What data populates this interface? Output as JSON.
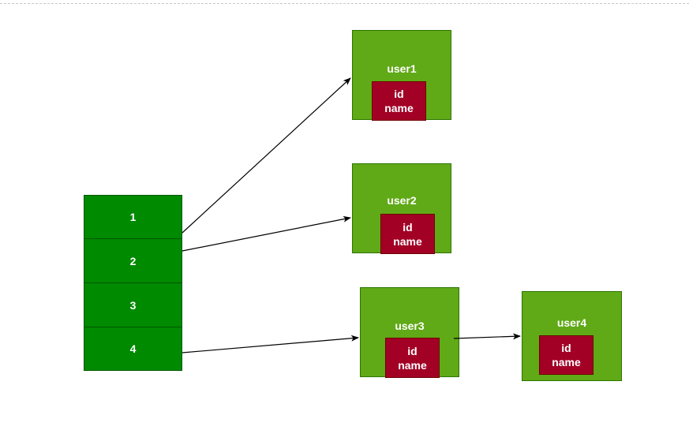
{
  "array": {
    "cells": [
      "1",
      "2",
      "3",
      "4"
    ],
    "fill_color": "#008a00"
  },
  "users": [
    {
      "title": "user1",
      "fields": [
        "id",
        "name"
      ]
    },
    {
      "title": "user2",
      "fields": [
        "id",
        "name"
      ]
    },
    {
      "title": "user3",
      "fields": [
        "id",
        "name"
      ]
    },
    {
      "title": "user4",
      "fields": [
        "id",
        "name"
      ]
    }
  ],
  "colors": {
    "user_node": "#60a917",
    "field_box": "#a20025",
    "arrow": "#000000"
  },
  "links": [
    {
      "from": "cell-1",
      "to": "user1"
    },
    {
      "from": "cell-2",
      "to": "user2"
    },
    {
      "from": "cell-4",
      "to": "user3"
    },
    {
      "from": "user3",
      "to": "user4"
    }
  ]
}
